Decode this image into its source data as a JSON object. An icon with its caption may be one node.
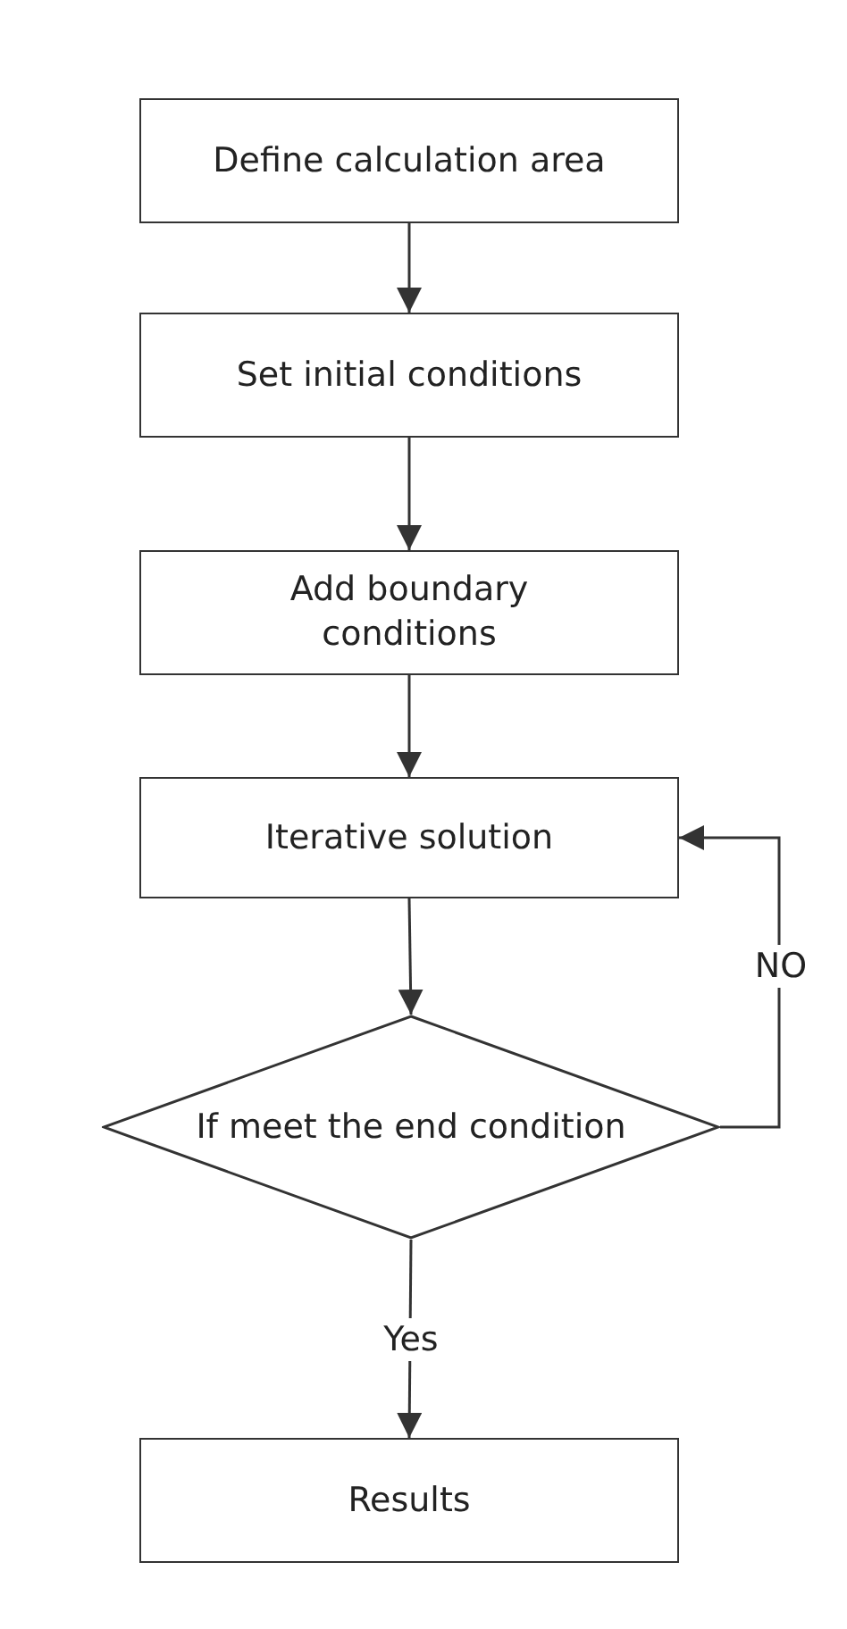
{
  "diagram": {
    "nodes": [
      {
        "text": [
          "Define calculation area"
        ]
      },
      {
        "text": [
          "Set initial conditions"
        ]
      },
      {
        "text": [
          "Add boundary conditions"
        ]
      },
      {
        "text": [
          "Iterative solution"
        ]
      },
      {
        "text": [
          "If meet the end condition"
        ]
      },
      {
        "text": [
          "Results"
        ]
      }
    ],
    "edges": [
      {
        "from": 0,
        "to": 1,
        "arrow": "to"
      },
      {
        "from": 1,
        "to": 2,
        "arrow": "to"
      },
      {
        "from": 2,
        "to": 3,
        "arrow": "to"
      },
      {
        "from": 3,
        "to": 4,
        "arrow": "to"
      },
      {
        "from": 4,
        "to": 3,
        "arrow": "to",
        "label": "NO"
      },
      {
        "from": 4,
        "to": 5,
        "arrow": "to",
        "label": "Yes"
      }
    ]
  }
}
